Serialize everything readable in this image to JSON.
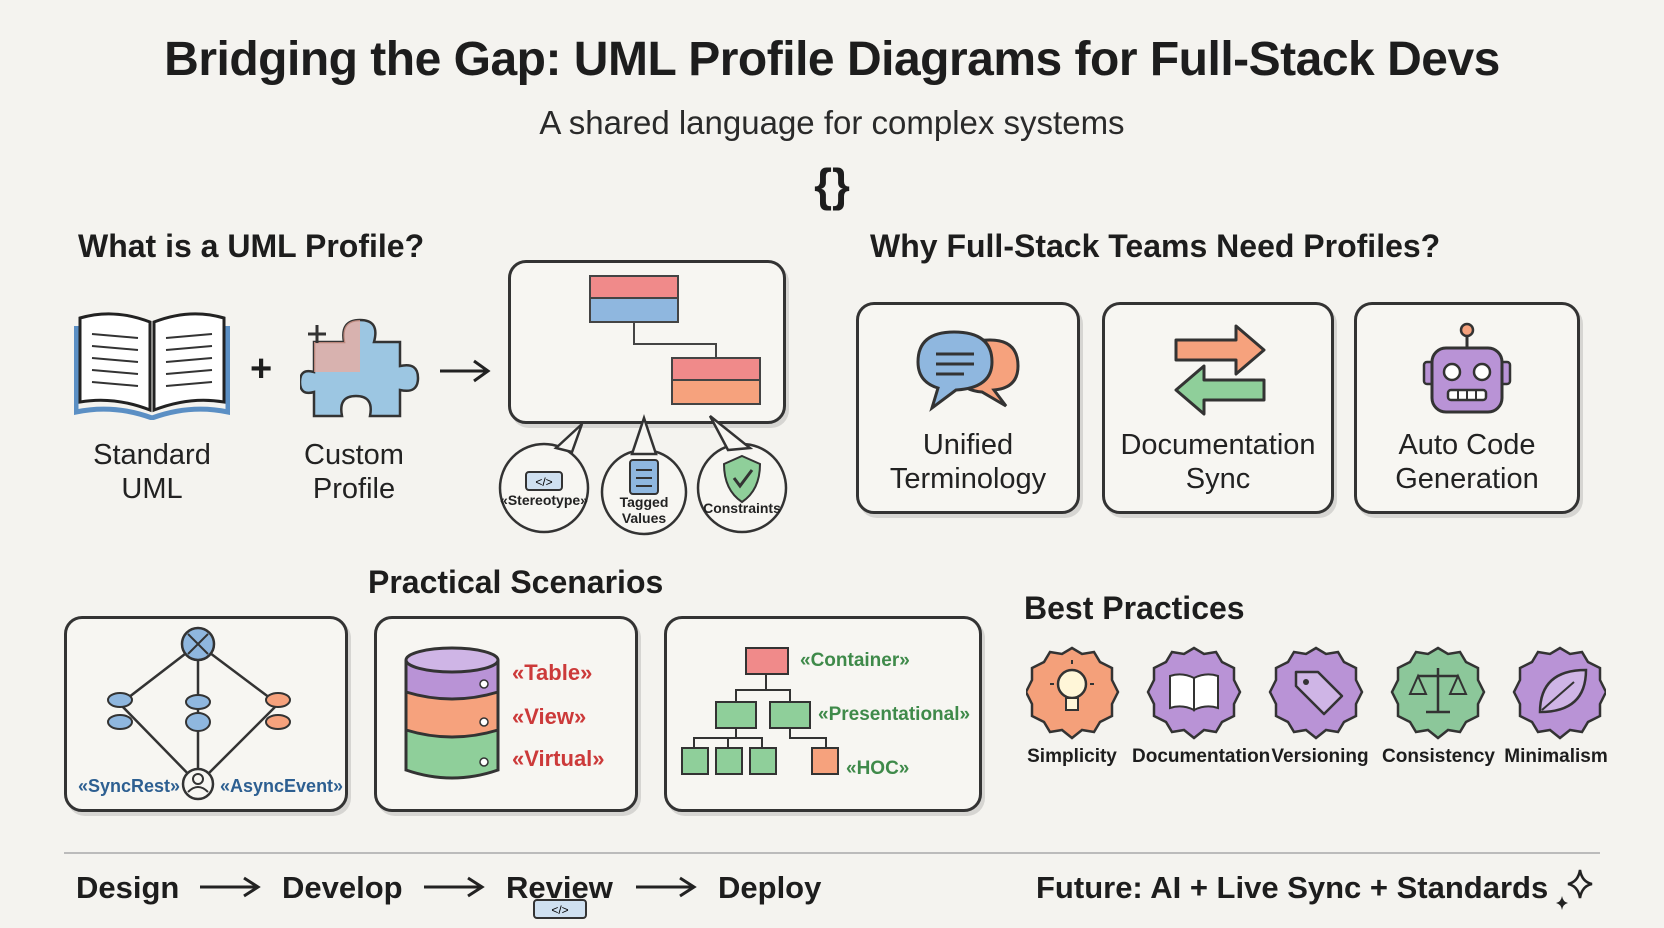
{
  "header": {
    "title": "Bridging the Gap: UML Profile Diagrams for Full-Stack Devs",
    "subtitle": "A shared language for complex systems",
    "braces": "{}"
  },
  "what_is": {
    "heading": "What is a UML Profile?",
    "standard_label_1": "Standard",
    "standard_label_2": "UML",
    "plus": "+",
    "custom_label_1": "Custom",
    "custom_label_2": "Profile",
    "arrow": "→",
    "bubbles": [
      {
        "label": "«Stereotype»",
        "icon": "code-tag-icon"
      },
      {
        "label_1": "Tagged",
        "label_2": "Values",
        "icon": "tag-list-icon"
      },
      {
        "label": "Constraints",
        "icon": "shield-check-icon"
      }
    ]
  },
  "why": {
    "heading": "Why Full-Stack Teams Need Profiles?",
    "cards": [
      {
        "line1": "Unified",
        "line2": "Terminology",
        "icon": "chat-bubbles-icon"
      },
      {
        "line1": "Documentation",
        "line2": "Sync",
        "icon": "sync-arrows-icon"
      },
      {
        "line1": "Auto Code",
        "line2": "Generation",
        "icon": "robot-icon"
      }
    ]
  },
  "scenarios": {
    "heading": "Practical Scenarios",
    "api": {
      "left": "«SyncRest»",
      "right": "«AsyncEvent»"
    },
    "database": {
      "items": [
        "«Table»",
        "«View»",
        "«Virtual»"
      ]
    },
    "components": {
      "items": [
        "«Container»",
        "«Presentational»",
        "«HOC»"
      ]
    }
  },
  "best_practices": {
    "heading": "Best Practices",
    "items": [
      {
        "label": "Simplicity",
        "icon": "lightbulb-icon",
        "color": "#f4a07a"
      },
      {
        "label": "Documentation",
        "icon": "book-icon",
        "color": "#b993d6"
      },
      {
        "label": "Versioning",
        "icon": "tag-icon",
        "color": "#b993d6"
      },
      {
        "label": "Consistency",
        "icon": "scales-icon",
        "color": "#8cc79a"
      },
      {
        "label": "Minimalism",
        "icon": "leaf-icon",
        "color": "#b993d6"
      }
    ]
  },
  "footer": {
    "steps": [
      "Design",
      "Develop",
      "Review",
      "Deploy"
    ],
    "future": "Future: AI + Live Sync + Standards"
  },
  "colors": {
    "red": "#f08a8a",
    "blue": "#8fb7df",
    "orange": "#f6a27d",
    "green": "#8fcf9a",
    "purple": "#b993d6"
  }
}
